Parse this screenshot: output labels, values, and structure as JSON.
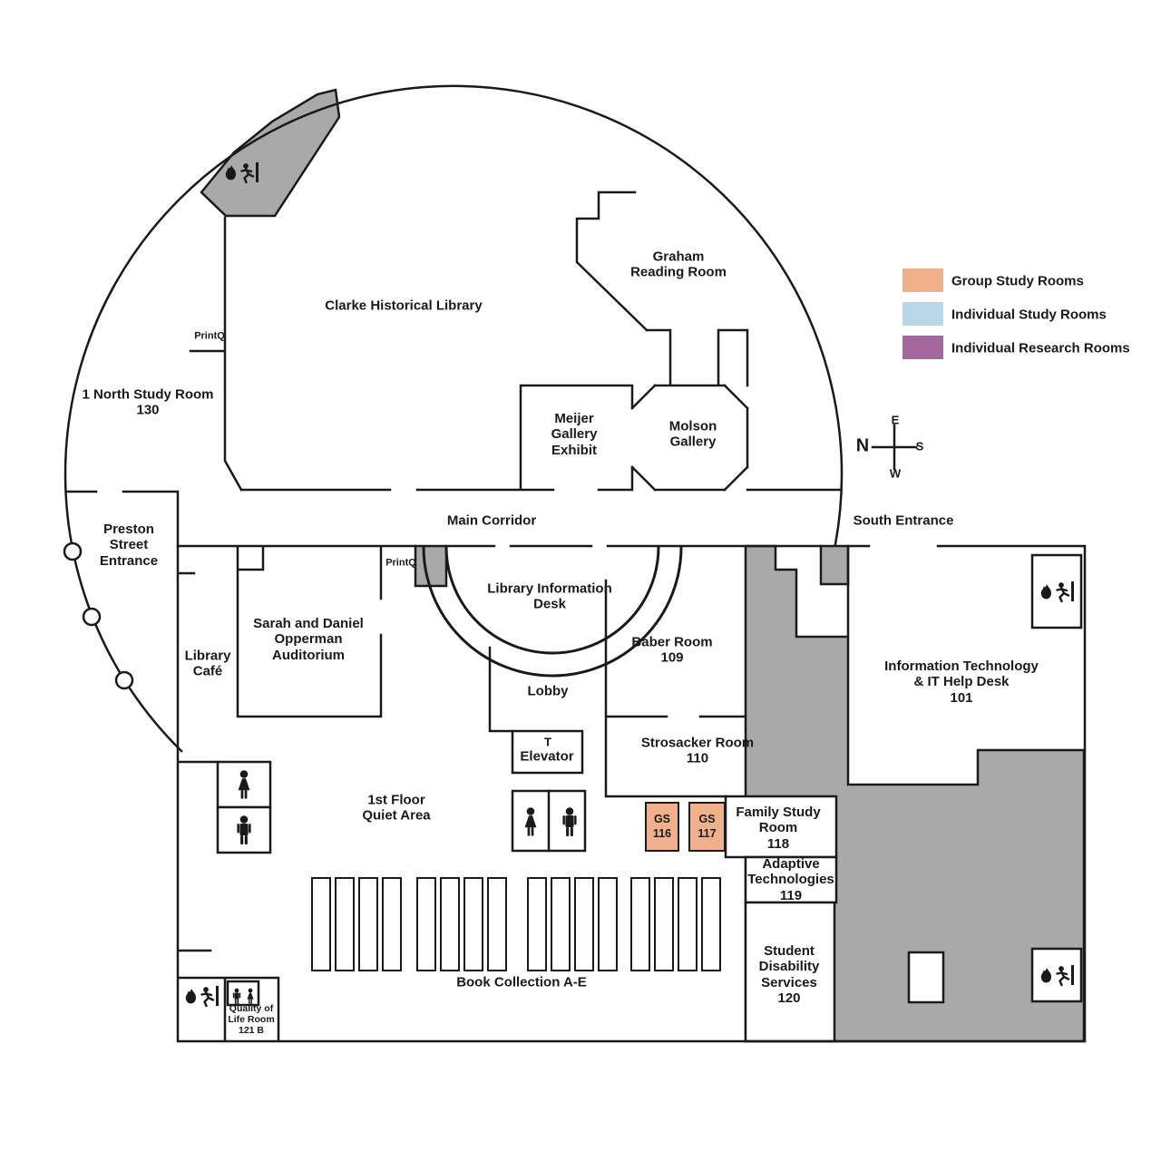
{
  "colors": {
    "shaded": "#a9a9a9",
    "wall": "#1a1a1a"
  },
  "legend": {
    "items": [
      {
        "label": "Group Study Rooms",
        "color": "#f0b089"
      },
      {
        "label": "Individual Study Rooms",
        "color": "#b8d8e8"
      },
      {
        "label": "Individual Research Rooms",
        "color": "#a4689e"
      }
    ]
  },
  "compass": {
    "north": "N",
    "east": "E",
    "south": "S",
    "west": "W"
  },
  "corridors": {
    "main": "Main Corridor",
    "south_entrance": "South Entrance",
    "preston": "Preston\nStreet\nEntrance"
  },
  "rooms": {
    "clarke": "Clarke Historical Library",
    "graham": "Graham\nReading Room",
    "north_study": "1 North Study Room\n130",
    "printq": "PrintQ",
    "meijer": "Meijer\nGallery\nExhibit",
    "molson": "Molson\nGallery",
    "info_desk": "Library Information\nDesk",
    "opperman": "Sarah and Daniel\nOpperman\nAuditorium",
    "cafe": "Library\nCafé",
    "baber": "Baber Room\n109",
    "lobby": "Lobby",
    "elevator_symbol": "T",
    "elevator": "Elevator",
    "strosacker": "Strosacker Room\n110",
    "quiet": "1st Floor\nQuiet Area",
    "gs116": "GS\n116",
    "gs117": "GS\n117",
    "family": "Family Study\nRoom\n118",
    "adaptive": "Adaptive\nTechnologies\n119",
    "it": "Information Technology\n& IT Help Desk\n101",
    "disability": "Student\nDisability\nServices\n120",
    "books": "Book Collection A-E",
    "quality": "Quality of\nLife Room\n121 B"
  }
}
